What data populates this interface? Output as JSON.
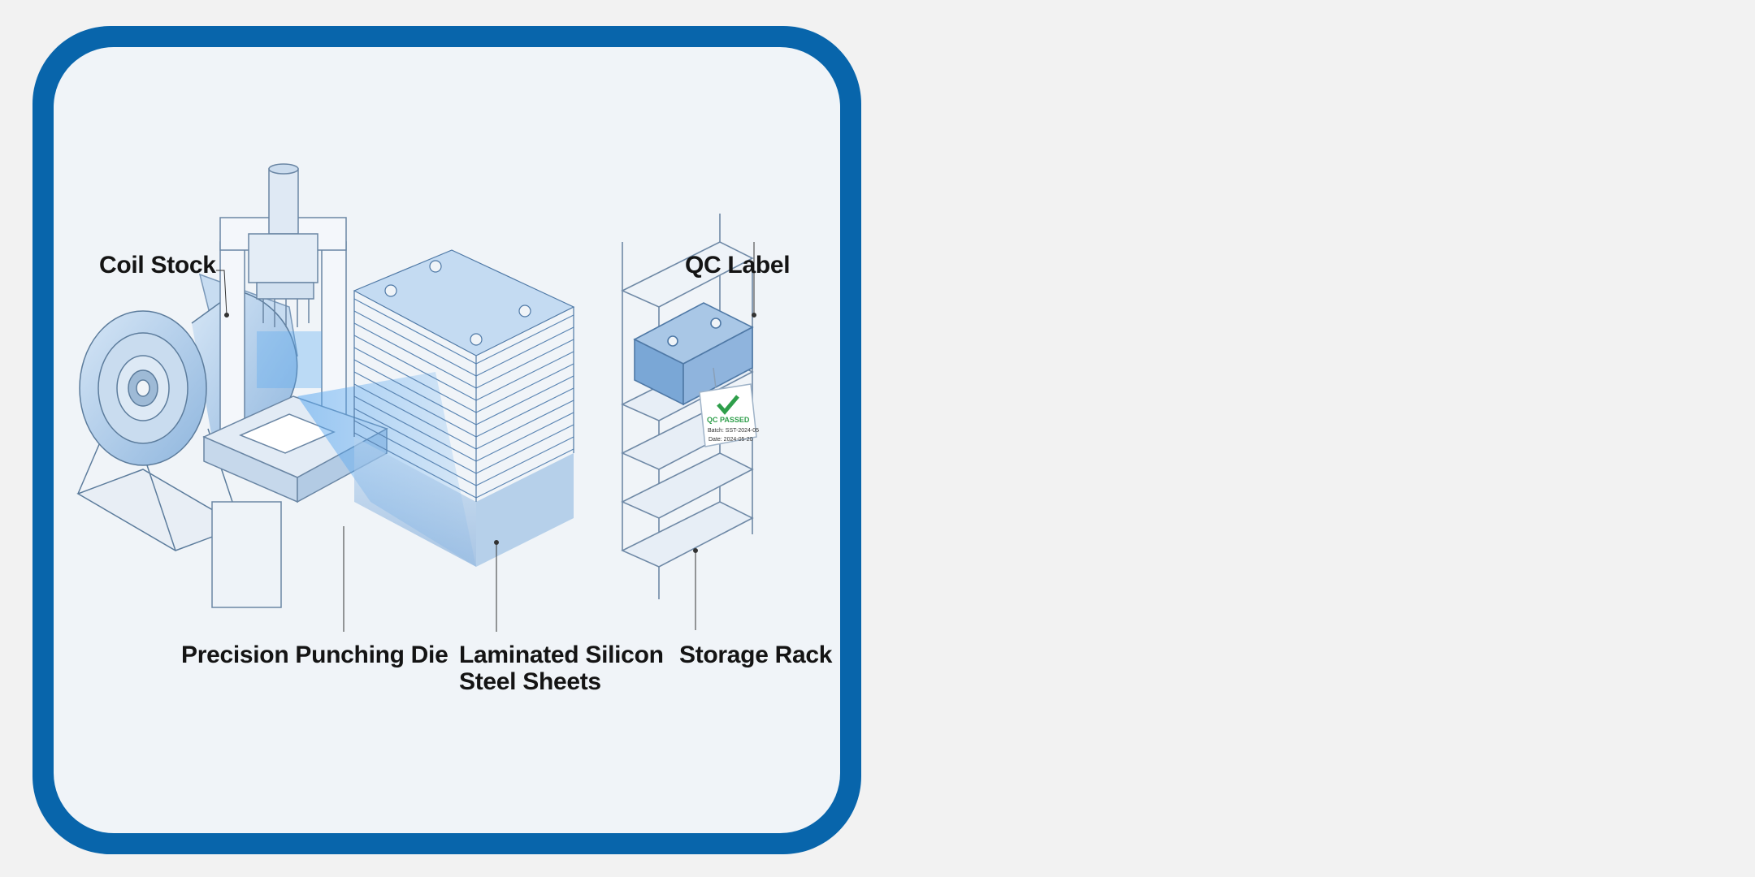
{
  "labels": {
    "coil_stock": "Coil Stock",
    "qc_label": "QC Label",
    "punching_die": "Precision Punching Die",
    "laminated_line1": "Laminated Silicon",
    "laminated_line2": "Steel Sheets",
    "storage_rack": "Storage Rack"
  },
  "qc_tag": {
    "status": "QC PASSED",
    "batch": "Batch: SST-2024-05",
    "date": "Date: 2024-05-20"
  },
  "colors": {
    "frame": "#0865ab",
    "panel": "#f0f4f8",
    "steel_blue": "#7fb0e2",
    "pass_green": "#2e9e4a"
  }
}
